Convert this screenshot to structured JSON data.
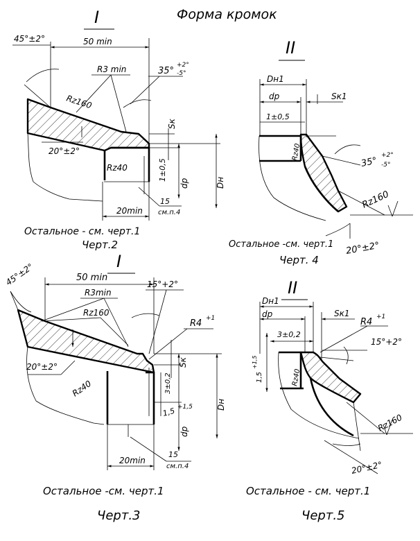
{
  "title": "Форма кромок",
  "figures": {
    "fig2": {
      "section": "I",
      "caption": "Черт.2",
      "note": "Остальное - см. черт.1",
      "labels": {
        "angle_bevel": "45°±2°",
        "length": "50 min",
        "radius": "R3 min",
        "angle_top": "35°",
        "angle_top_tol_up": "+2°",
        "angle_top_tol_dn": "-5°",
        "rough_top": "Rz160",
        "angle_low": "20°±2°",
        "rough_land": "Rz40",
        "sk": "Sк",
        "land": "1±0,5",
        "dp": "dр",
        "dn": "Dн",
        "min20": "20min",
        "ref_num": "15",
        "ref_note": "см.п.4"
      }
    },
    "fig4": {
      "section": "II",
      "caption": "Черт. 4",
      "note": "Остальное -см. черт.1",
      "labels": {
        "dh1": "Dн1",
        "dp": "dр",
        "sk1": "Sк1",
        "land": "1±0,5",
        "rough_land": "Rz40",
        "angle": "35°",
        "angle_tol_up": "+2°",
        "angle_tol_dn": "-5°",
        "rough": "Rz160",
        "angle_low": "20°±2°"
      }
    },
    "fig3": {
      "section": "I",
      "caption": "Черт.3",
      "note": "Остальное -см. черт.1",
      "labels": {
        "angle_bevel": "45°±2°",
        "length": "50 min",
        "radius": "R3min",
        "angle_top": "15°+2°",
        "rough_top": "Rz160",
        "r4": "R4",
        "r4_tol": "+1",
        "angle_low": "20°±2°",
        "rough_land": "Rz40",
        "sk": "Sк",
        "land": "3±0,2",
        "step": "1,5",
        "step_tol": "+1,5",
        "dp": "dр",
        "dn": "Dн",
        "min20": "20min",
        "ref_num": "15",
        "ref_note": "см.п.4"
      }
    },
    "fig5": {
      "section": "II",
      "caption": "Черт.5",
      "note": "Остальное - см. черт.1",
      "labels": {
        "dh1": "Dн1",
        "dp": "dр",
        "sk1": "Sк1",
        "land": "3±0,2",
        "r4": "R4",
        "r4_tol": "+1",
        "angle": "15°+2°",
        "step": "1,5",
        "step_tol": "+1,5",
        "rough_land": "Rz40",
        "rough": "Rz160",
        "angle_low": "20°±2°"
      }
    }
  }
}
